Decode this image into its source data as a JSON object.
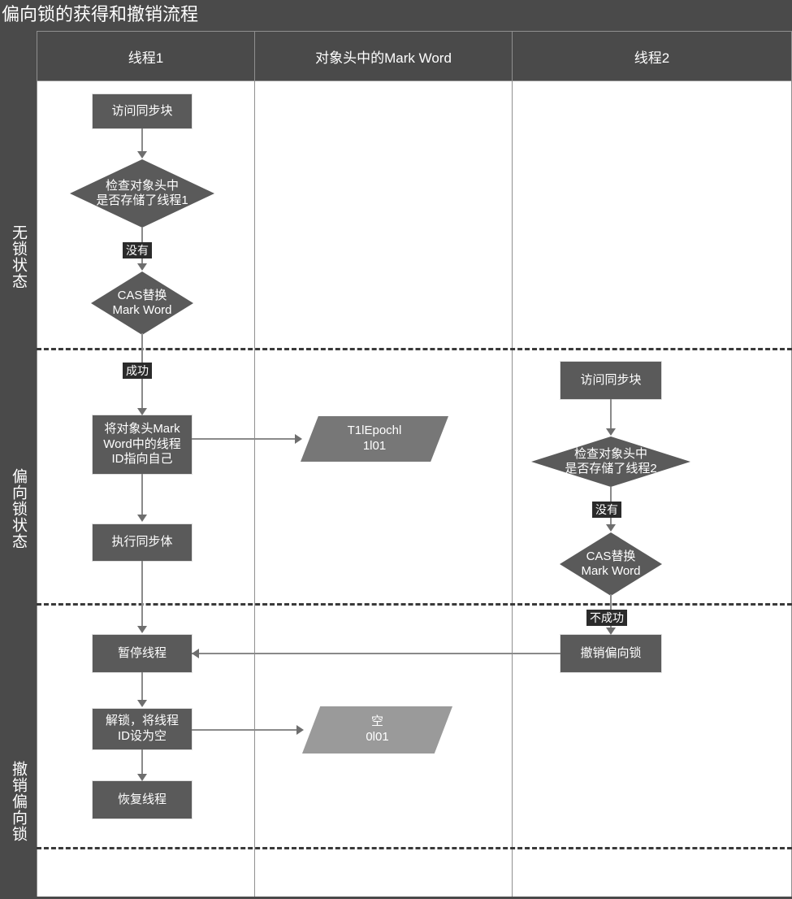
{
  "diagram": {
    "title": "偏向锁的获得和撤销流程",
    "type": "swimlane-flowchart",
    "colors": {
      "background": "#4a4a4a",
      "lane_body": "#ffffff",
      "node_fill": "#5a5a5a",
      "parallelogram_fill": "#777777",
      "parallelogram_light_fill": "#9a9a9a",
      "connector": "#8a8a8a",
      "label_bg": "#2b2b2b",
      "text": "#ffffff"
    }
  },
  "sidebar": {
    "states": [
      {
        "label": "无锁状态"
      },
      {
        "label": "偏向锁状态"
      },
      {
        "label": "撤销偏向锁"
      }
    ]
  },
  "lanes": [
    {
      "id": "thread1",
      "header": "线程1"
    },
    {
      "id": "markword",
      "header": "对象头中的Mark Word"
    },
    {
      "id": "thread2",
      "header": "线程2"
    }
  ],
  "nodes": {
    "t1_access": "访问同步块",
    "t1_check": "检查对象头中\n是否存储了线程1",
    "t1_check_l1": "检查对象头中",
    "t1_check_l2": "是否存储了线程1",
    "t1_cas_l1": "CAS替换",
    "t1_cas_l2": "Mark Word",
    "t1_setid_l1": "将对象头Mark",
    "t1_setid_l2": "Word中的线程",
    "t1_setid_l3": "ID指向自己",
    "t1_exec": "执行同步体",
    "t1_pause": "暂停线程",
    "t1_unlock_l1": "解锁，将线程",
    "t1_unlock_l2": "ID设为空",
    "t1_resume": "恢复线程",
    "mw_epoch_l1": "T1lEpochl",
    "mw_epoch_l2": "1l01",
    "mw_empty_l1": "空",
    "mw_empty_l2": "0l01",
    "t2_access": "访问同步块",
    "t2_check_l1": "检查对象头中",
    "t2_check_l2": "是否存储了线程2",
    "t2_cas_l1": "CAS替换",
    "t2_cas_l2": "Mark Word",
    "t2_revoke": "撤销偏向锁"
  },
  "edge_labels": {
    "t1_no": "没有",
    "t1_success": "成功",
    "t2_no": "没有",
    "t2_fail": "不成功"
  }
}
